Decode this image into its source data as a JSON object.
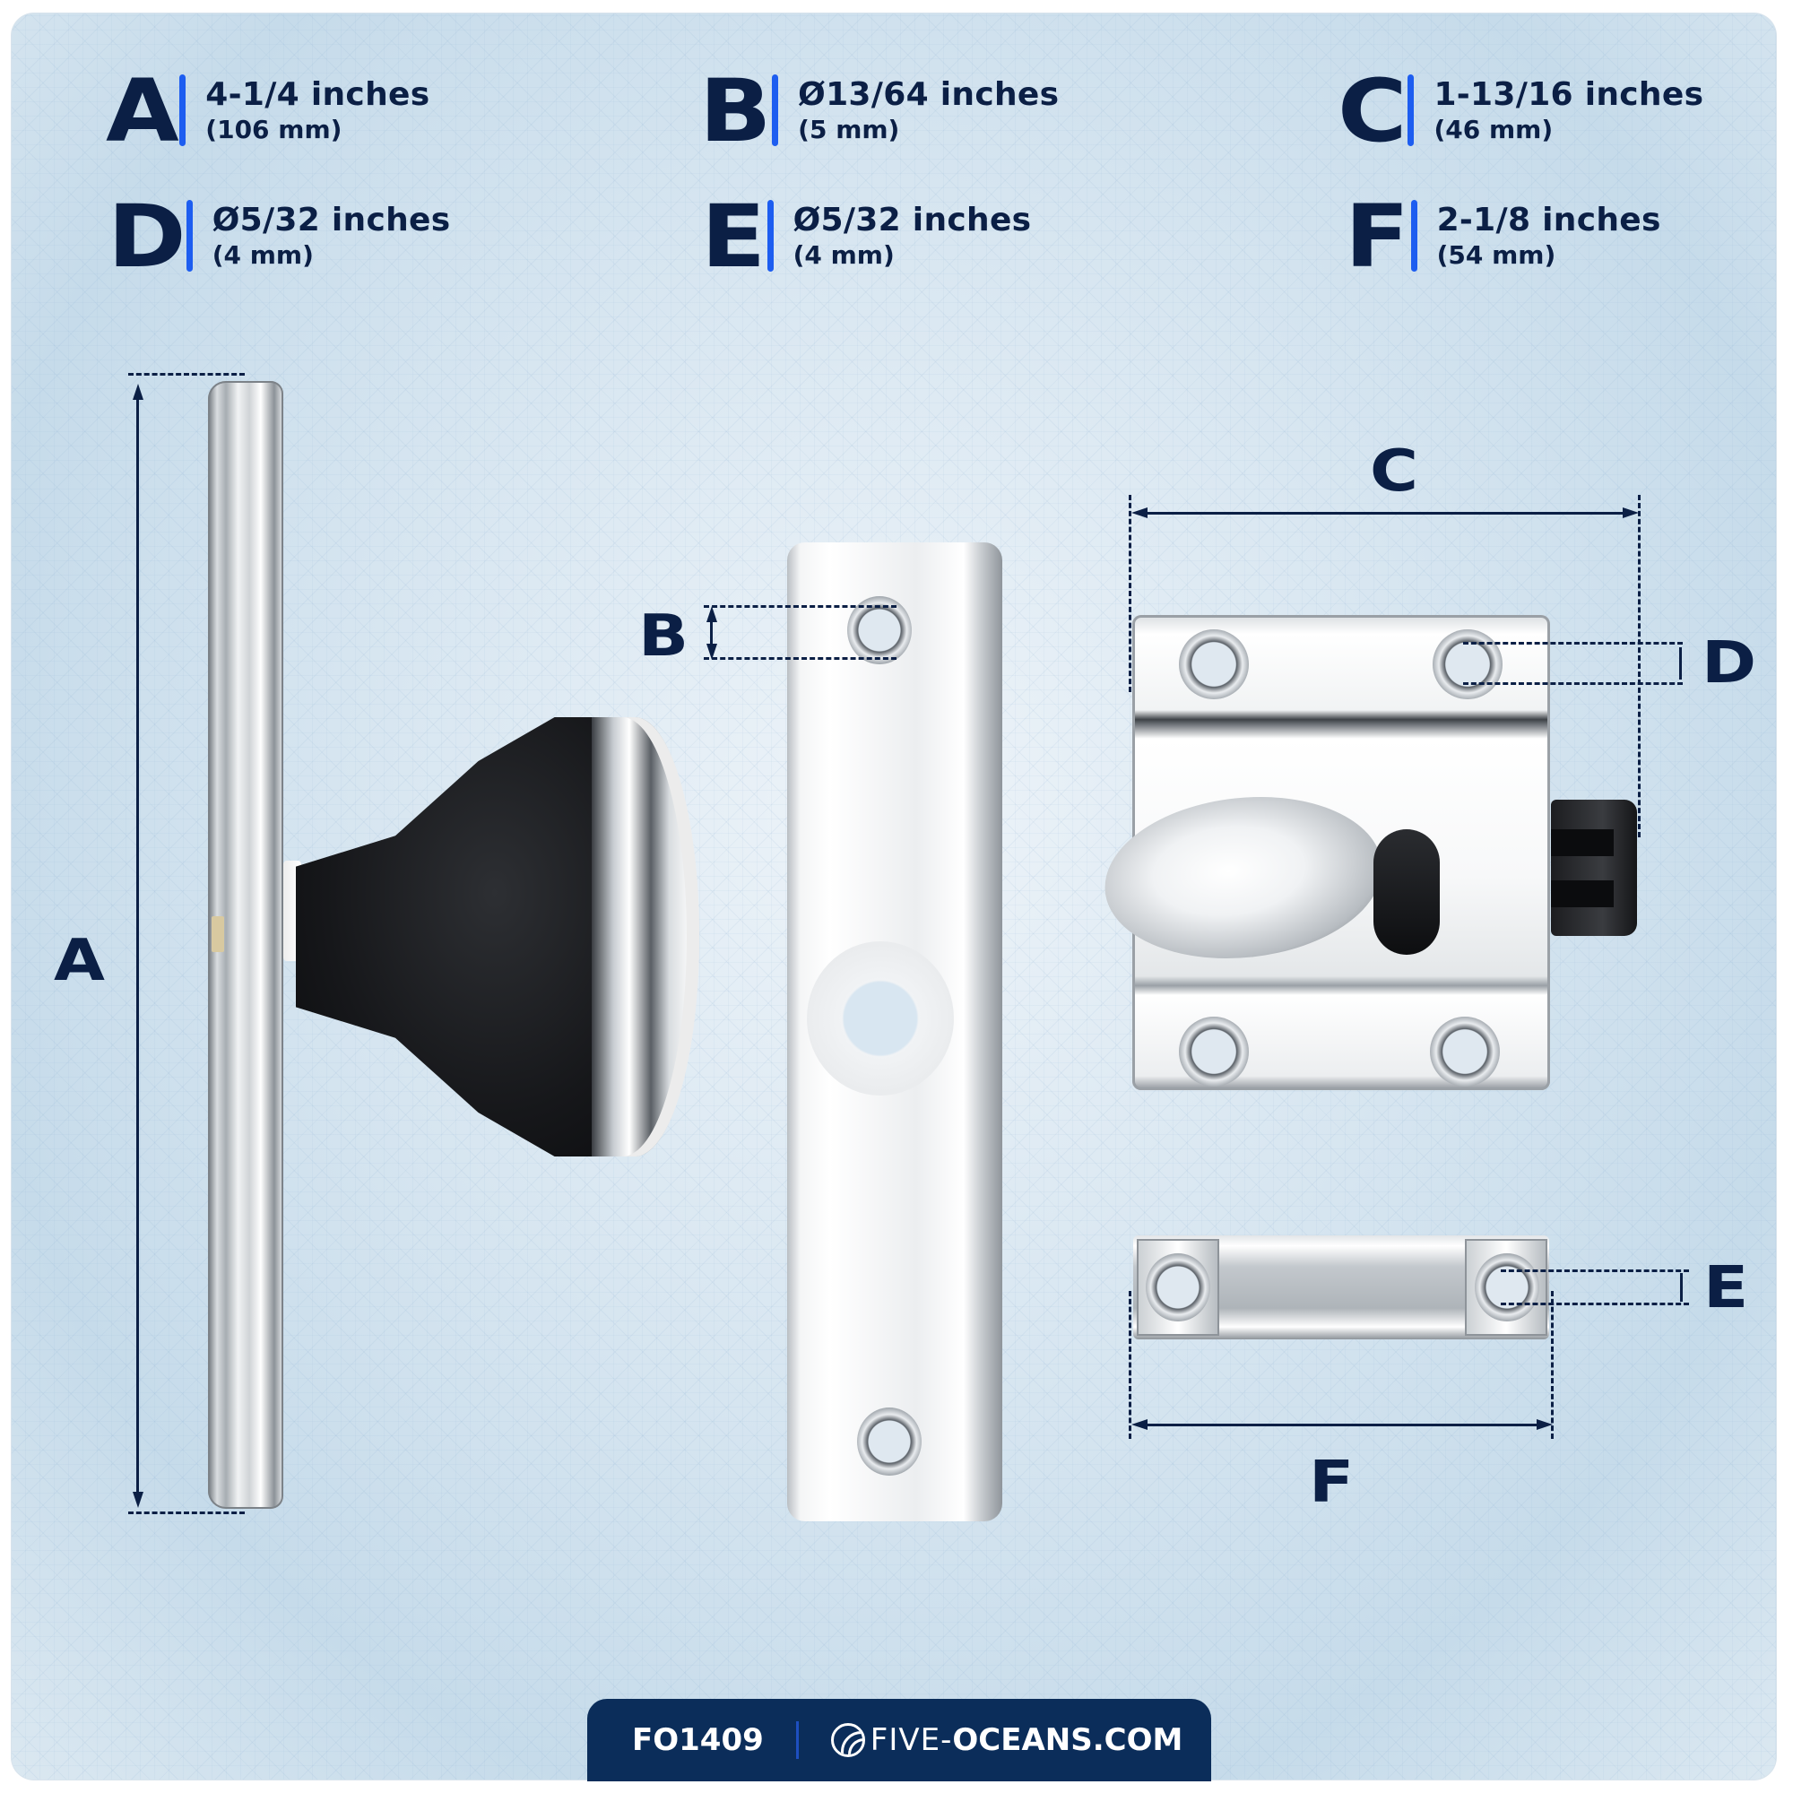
{
  "specs": [
    {
      "letter": "A",
      "inches": "4-1/4 inches",
      "mm": "(106 mm)"
    },
    {
      "letter": "B",
      "inches": "Ø13/64 inches",
      "mm": "(5 mm)"
    },
    {
      "letter": "C",
      "inches": "1-13/16 inches",
      "mm": "(46 mm)"
    },
    {
      "letter": "D",
      "inches": "Ø5/32 inches",
      "mm": "(4 mm)"
    },
    {
      "letter": "E",
      "inches": "Ø5/32 inches",
      "mm": "(4 mm)"
    },
    {
      "letter": "F",
      "inches": "2-1/8 inches",
      "mm": "(54 mm)"
    }
  ],
  "diagram_labels": {
    "a": "A",
    "b": "B",
    "c": "C",
    "d": "D",
    "e": "E",
    "f": "F"
  },
  "components": [
    "knob-with-backplate",
    "mounting-plate",
    "latch-body",
    "strike-plate"
  ],
  "footer": {
    "sku": "FO1409",
    "brand_light": "FIVE-",
    "brand_bold": "OCEANS.COM",
    "logo_icon": "shell-wave-icon"
  },
  "colors": {
    "text_navy": "#0b1f45",
    "accent_blue": "#1d5df0",
    "footer_bg": "#0b2d5a"
  }
}
